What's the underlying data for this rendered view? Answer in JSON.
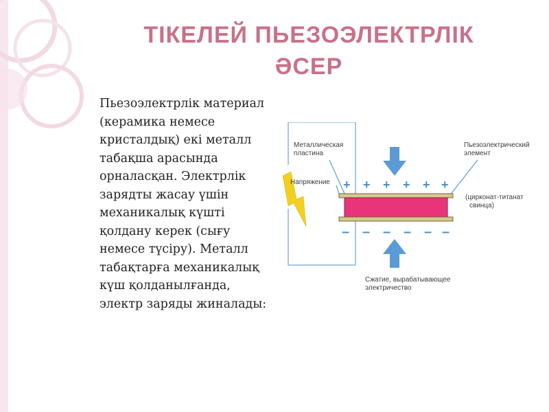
{
  "slide": {
    "title_line1": "ТІКЕЛЕЙ ПЬЕЗОЭЛЕКТРЛІК",
    "title_line2": "ӘСЕР",
    "body": "Пьезоэлектрлік материал (керамика немесе кристалдық) екі металл табақша арасында орналасқан. Электрлік зарядты жасау үшін механикалық күшті қолдану керек (сығу немесе түсіру). Металл табақтарға механикалық күш қолданылғанда, электр заряды жиналады:"
  },
  "diagram": {
    "label_metal_plate_1": "Металлическая",
    "label_metal_plate_2": "пластина",
    "label_piezo_1": "Пьезоэлектрический",
    "label_piezo_2": "элемент",
    "label_voltage": "Напряжение",
    "label_material_1": "(цирконат-титанат",
    "label_material_2": "свинца)",
    "label_compression_1": "Сжатие, вырабатывающее",
    "label_compression_2": "электричество",
    "plus_sign": "+",
    "minus_sign": "–"
  },
  "colors": {
    "title": "#c9718a",
    "deco_pink": "#f2d9e3",
    "arrow_blue": "#5b9bd5",
    "element_pink": "#e8357a",
    "plate_tan": "#d8c88c",
    "lightning": "#f2d020"
  }
}
